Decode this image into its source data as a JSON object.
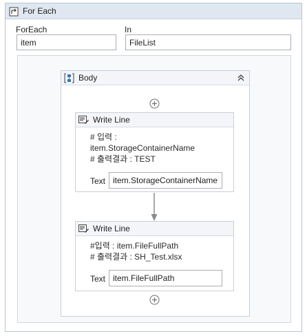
{
  "foreach_activity": {
    "title": "For Each",
    "foreach_label": "ForEach",
    "foreach_value": "item",
    "in_label": "In",
    "in_value": "FileList"
  },
  "body": {
    "title": "Body",
    "activities": [
      {
        "title": "Write Line",
        "annotation": "# 입력 :\nitem.StorageContainerName\n# 출력결과 : TEST",
        "text_label": "Text",
        "text_value": "item.StorageContainerName"
      },
      {
        "title": "Write Line",
        "annotation": "#입력 : item.FileFullPath\n# 출력결과 : SH_Test.xlsx",
        "text_label": "Text",
        "text_value": "item.FileFullPath"
      }
    ]
  },
  "colors": {
    "header_bg": "#dfe8f1",
    "activity_header_bg": "#f3f5f8",
    "border": "#c8cfd8",
    "icon_blue": "#2b79c2"
  },
  "icons": {
    "foreach": "foreach-loop-icon",
    "body": "sequence-icon",
    "collapse": "double-chevron-up-icon",
    "add": "plus-circle-icon",
    "writeline": "write-line-icon"
  }
}
